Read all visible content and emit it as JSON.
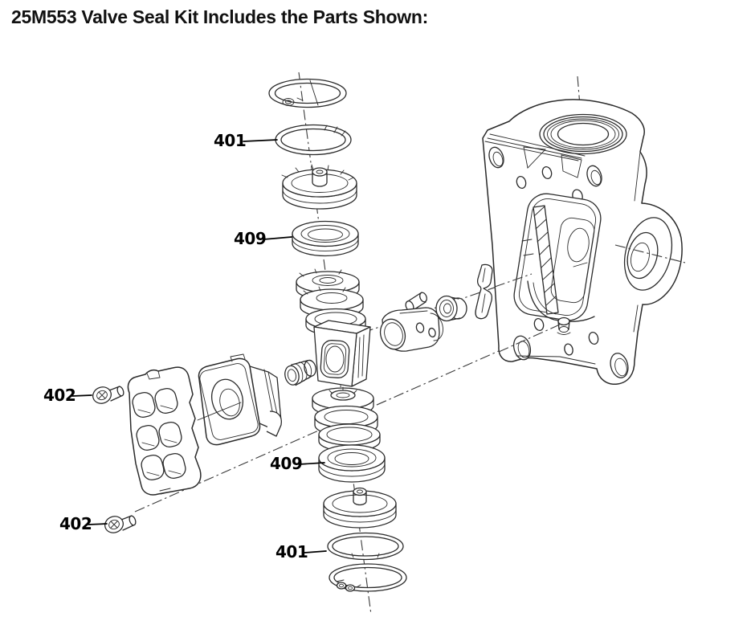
{
  "page": {
    "title": "25M553 Valve Seal Kit Includes the Parts Shown:",
    "background_color": "#ffffff",
    "line_color": "#2a2a2a",
    "text_color": "#000000"
  },
  "diagram": {
    "type": "exploded-parts-diagram",
    "kit_number": "25M553",
    "callouts": [
      {
        "text": "401",
        "target": "upper-o-ring"
      },
      {
        "text": "409",
        "target": "upper-u-cup-seal"
      },
      {
        "text": "402",
        "target": "upper-screw"
      },
      {
        "text": "409",
        "target": "lower-u-cup-seal"
      },
      {
        "text": "402",
        "target": "lower-screw"
      },
      {
        "text": "401",
        "target": "lower-o-ring"
      }
    ]
  }
}
